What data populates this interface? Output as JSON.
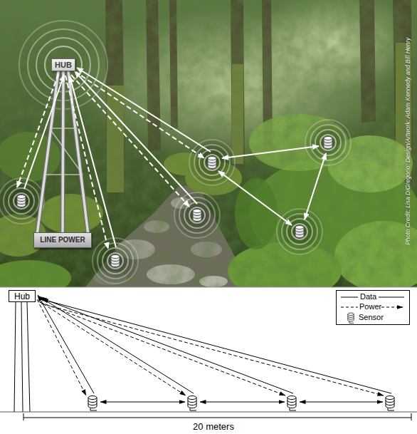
{
  "diagram": {
    "nodes": [
      {
        "text": [
          "HUB"
        ]
      },
      {
        "text": [
          "LINE POWER"
        ]
      },
      {
        "text": [
          "Hub"
        ]
      }
    ],
    "labels": [
      "Photo Credit: Lisa DiGregorio; Design/Artwork: Adam Kennedy and Bill Henry",
      "20 meters"
    ],
    "legend": [
      {
        "text": "Data"
      },
      {
        "text": "Power"
      },
      {
        "text": "Sensor"
      }
    ]
  }
}
